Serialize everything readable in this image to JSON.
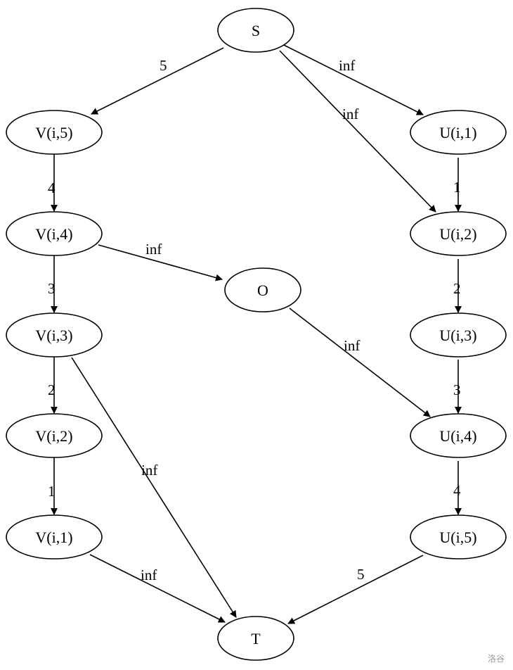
{
  "nodes": [
    {
      "id": "S",
      "label": "S"
    },
    {
      "id": "V5",
      "label": "V(i,5)"
    },
    {
      "id": "V4",
      "label": "V(i,4)"
    },
    {
      "id": "V3",
      "label": "V(i,3)"
    },
    {
      "id": "V2",
      "label": "V(i,2)"
    },
    {
      "id": "V1",
      "label": "V(i,1)"
    },
    {
      "id": "O",
      "label": "O"
    },
    {
      "id": "U1",
      "label": "U(i,1)"
    },
    {
      "id": "U2",
      "label": "U(i,2)"
    },
    {
      "id": "U3",
      "label": "U(i,3)"
    },
    {
      "id": "U4",
      "label": "U(i,4)"
    },
    {
      "id": "U5",
      "label": "U(i,5)"
    },
    {
      "id": "T",
      "label": "T"
    }
  ],
  "edges": [
    {
      "from": "S",
      "to": "V5",
      "label": "5"
    },
    {
      "from": "S",
      "to": "U1",
      "label": "inf"
    },
    {
      "from": "S",
      "to": "U2",
      "label": "inf"
    },
    {
      "from": "V5",
      "to": "V4",
      "label": "4"
    },
    {
      "from": "V4",
      "to": "V3",
      "label": "3"
    },
    {
      "from": "V4",
      "to": "O",
      "label": "inf"
    },
    {
      "from": "V3",
      "to": "V2",
      "label": "2"
    },
    {
      "from": "V3",
      "to": "T",
      "label": "inf"
    },
    {
      "from": "V2",
      "to": "V1",
      "label": "1"
    },
    {
      "from": "V1",
      "to": "T",
      "label": "inf"
    },
    {
      "from": "U1",
      "to": "U2",
      "label": "1"
    },
    {
      "from": "U2",
      "to": "U3",
      "label": "2"
    },
    {
      "from": "U3",
      "to": "U4",
      "label": "3"
    },
    {
      "from": "O",
      "to": "U4",
      "label": "inf"
    },
    {
      "from": "U4",
      "to": "U5",
      "label": "4"
    },
    {
      "from": "U5",
      "to": "T",
      "label": "5"
    }
  ],
  "watermark": "洛谷"
}
